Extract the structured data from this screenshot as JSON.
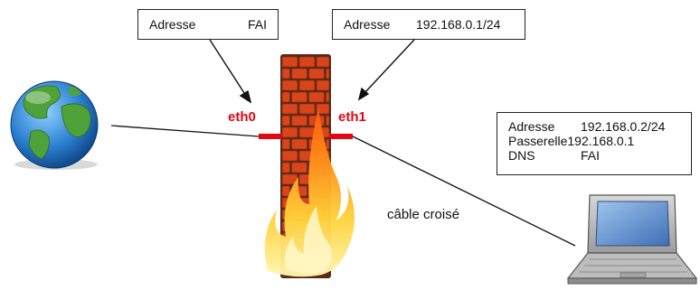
{
  "eth0_box": {
    "adresse_label": "Adresse",
    "adresse_value": "FAI"
  },
  "eth1_box": {
    "adresse_label": "Adresse",
    "adresse_value": "192.168.0.1/24"
  },
  "pc_box": {
    "rows": [
      {
        "label": "Adresse",
        "value": "192.168.0.2/24"
      },
      {
        "label": "Passerelle",
        "value": "192.168.0.1"
      },
      {
        "label": "DNS",
        "value": "FAI"
      }
    ]
  },
  "interfaces": {
    "eth0": "eth0",
    "eth1": "eth1"
  },
  "cable_label": "câble croisé",
  "colors": {
    "interface": "#e30613",
    "brick": "#d9441a",
    "mortar": "#5a2a18"
  },
  "icons": [
    "globe-icon",
    "firewall-icon",
    "laptop-icon"
  ]
}
